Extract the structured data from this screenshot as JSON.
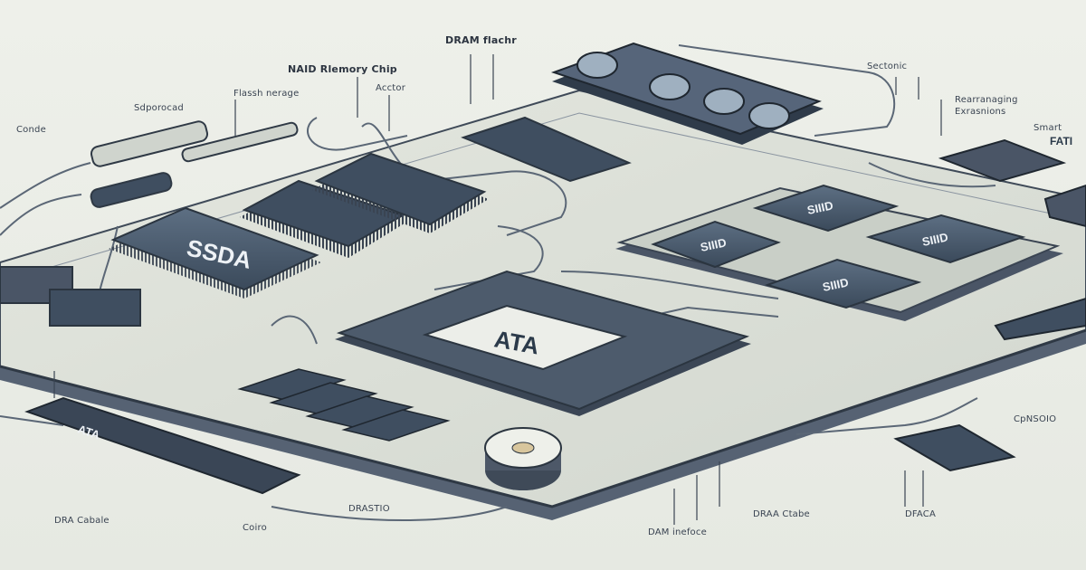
{
  "diagram": {
    "chip_labels": {
      "sata_chip": "SSDA",
      "ata_controller": "ATA",
      "ata_connector_strip": "ATA",
      "nand_chip_1": "SIIID",
      "nand_chip_2": "SIIID",
      "nand_chip_3": "SIIID",
      "nand_chip_4": "SIIID",
      "side_connector": "FATI"
    },
    "callouts": {
      "dram_flash": "DRAM flachr",
      "nand_memory_chip": "NAID Rlemory Chip",
      "flash_storage": "Flassh nerage",
      "actor": "Acctor",
      "sdportcad": "Sdporocad",
      "conde": "Conde",
      "sectonic": "Sectonic",
      "rearranging_extensions": "Rearranaging Exrasnions",
      "smart": "Smart",
      "dram_cabale": "DRA Cabale",
      "coiro": "Coiro",
      "drastio": "DRASTIO",
      "dram_interface": "DAM inefoce",
      "dram_ctabe": "DRAA Ctabe",
      "dfaca": "DFACA",
      "cpnsoio": "CpNSOIO"
    },
    "colors": {
      "background": "#e9ebe4",
      "board": "#d9ddd5",
      "board_edge": "#4b5563",
      "chip": "#4a5a6d",
      "chip_dark": "#2f3b4a",
      "trace": "#5b6776"
    }
  }
}
